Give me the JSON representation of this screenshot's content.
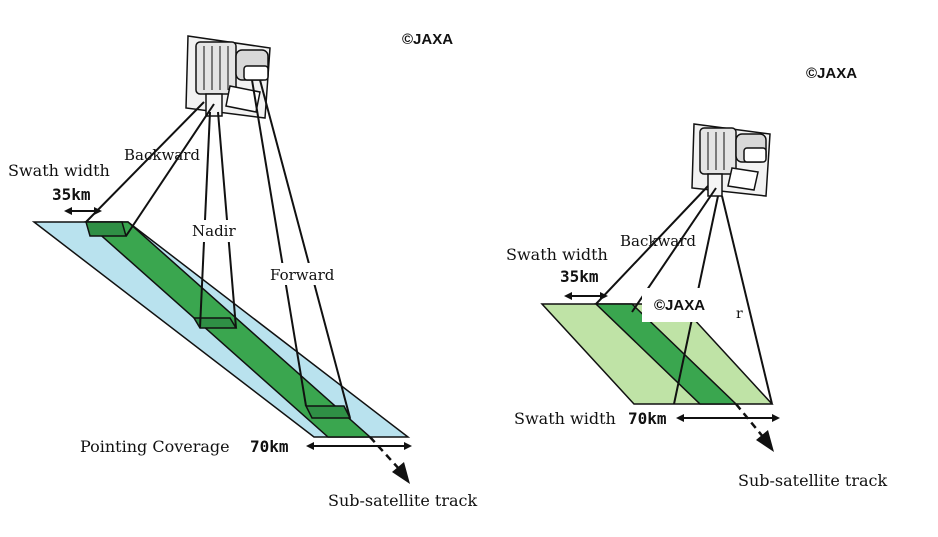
{
  "left_diagram": {
    "swath_width_label": "Swath width",
    "swath_width_value": "35km",
    "beam_backward": "Backward",
    "beam_nadir": "Nadir",
    "beam_forward": "Forward",
    "pointing_coverage_label": "Pointing Coverage",
    "pointing_coverage_value": "70km",
    "track_label": "Sub-satellite track",
    "copyright": "©JAXA"
  },
  "right_diagram": {
    "swath_width_label": "Swath width",
    "swath_width_value": "35km",
    "beam_backward": "Backward",
    "swath_width_label_2": "Swath width",
    "swath_width_value_2": "70km",
    "track_label": "Sub-satellite track",
    "copyright_top": "©JAXA",
    "copyright_overlay": "©JAXA",
    "partial_text": "r"
  },
  "colors": {
    "coverage_blue": "#b9e2ee",
    "strip_green": "#3aa64f",
    "light_green": "#bfe3a6",
    "satellite_body": "#eeeeee",
    "line": "#111111"
  },
  "icons": [
    "satellite-icon",
    "arrow-icon"
  ]
}
